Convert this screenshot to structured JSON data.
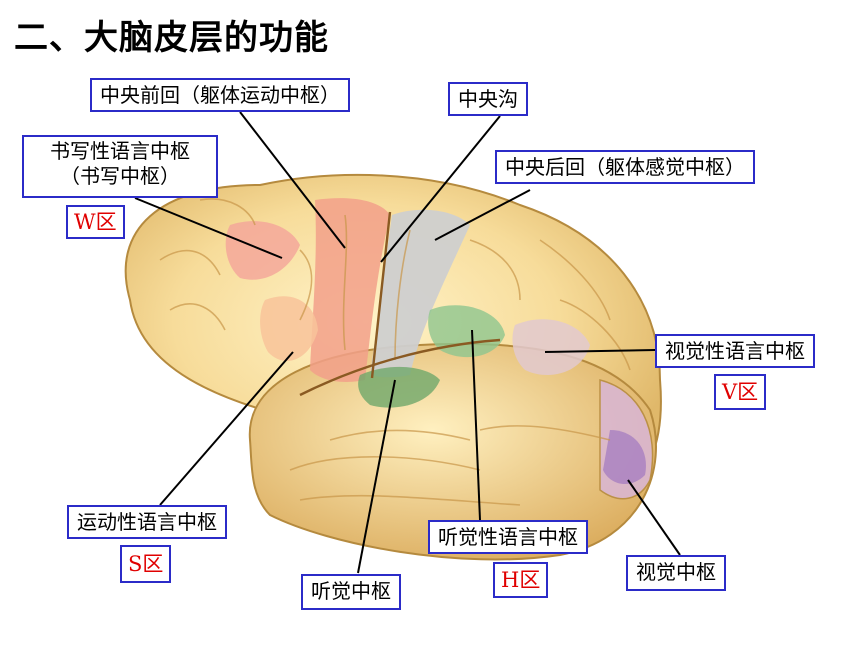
{
  "title": "二、大脑皮层的功能",
  "labels": {
    "precentral": "中央前回（躯体运动中枢）",
    "central_sulcus": "中央沟",
    "writing_line1": "书写性语言中枢",
    "writing_line2": "（书写中枢）",
    "postcentral": "中央后回（躯体感觉中枢）",
    "visual_language": "视觉性语言中枢",
    "motor_language": "运动性语言中枢",
    "auditory_language": "听觉性语言中枢",
    "auditory": "听觉中枢",
    "visual": "视觉中枢"
  },
  "zones": {
    "w": "W区",
    "v": "V区",
    "s": "S区",
    "h": "H区"
  }
}
